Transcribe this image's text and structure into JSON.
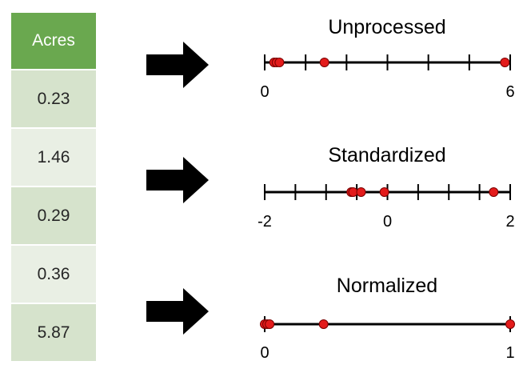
{
  "table": {
    "header": "Acres",
    "values": [
      "0.23",
      "1.46",
      "0.29",
      "0.36",
      "5.87"
    ]
  },
  "colors": {
    "header_bg": "#6aa84f",
    "row_dark": "#d6e3cc",
    "row_light": "#e9efe4",
    "point": "#e31b1b"
  },
  "icons": {
    "arrow": "right-arrow-icon"
  },
  "number_lines": [
    {
      "title": "Unprocessed",
      "min": 0,
      "max": 6,
      "tick_values": [
        0,
        1,
        2,
        3,
        4,
        5,
        6
      ],
      "labels": [
        {
          "value": 0,
          "text": "0"
        },
        {
          "value": 6,
          "text": "6"
        }
      ],
      "points": [
        0.23,
        1.46,
        0.29,
        0.36,
        5.87
      ]
    },
    {
      "title": "Standardized",
      "min": -2,
      "max": 2,
      "tick_values": [
        -2,
        -1.5,
        -1,
        -0.5,
        0,
        0.5,
        1,
        1.5,
        2
      ],
      "labels": [
        {
          "value": -2,
          "text": "-2"
        },
        {
          "value": 0,
          "text": "0"
        },
        {
          "value": 2,
          "text": "2"
        }
      ],
      "points": [
        -0.59,
        -0.05,
        -0.56,
        -0.43,
        1.73
      ]
    },
    {
      "title": "Normalized",
      "min": 0,
      "max": 1,
      "tick_values": [
        0,
        1
      ],
      "labels": [
        {
          "value": 0,
          "text": "0"
        },
        {
          "value": 1,
          "text": "1"
        }
      ],
      "points": [
        0.0,
        0.24,
        0.01,
        0.02,
        1.0
      ]
    }
  ]
}
